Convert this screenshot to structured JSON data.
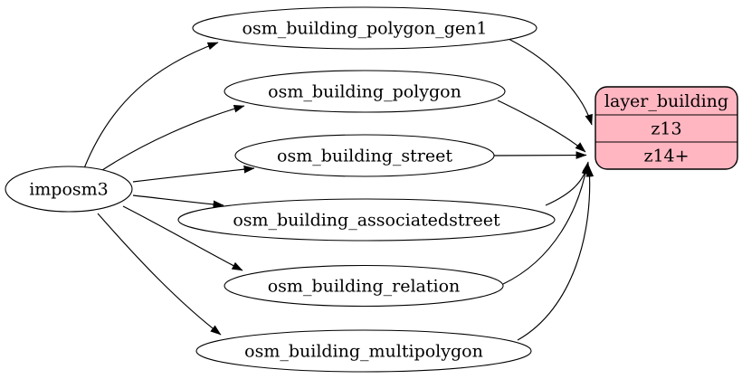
{
  "diagram": {
    "kind": "etl-dependency-graph",
    "background_color": "#ffffff",
    "edge_color": "#000000",
    "source_node": {
      "label": "imposm3",
      "shape": "ellipse"
    },
    "table_nodes": [
      {
        "label": "osm_building_polygon_gen1"
      },
      {
        "label": "osm_building_polygon"
      },
      {
        "label": "osm_building_street"
      },
      {
        "label": "osm_building_associatedstreet"
      },
      {
        "label": "osm_building_relation"
      },
      {
        "label": "osm_building_multipolygon"
      }
    ],
    "layer_node": {
      "title": "layer_building",
      "rows": [
        "z13",
        "z14+"
      ],
      "fill_color": "#FFB6C1",
      "border_color": "#000000"
    },
    "edges": [
      {
        "from": "imposm3",
        "to": "osm_building_polygon_gen1"
      },
      {
        "from": "imposm3",
        "to": "osm_building_polygon"
      },
      {
        "from": "imposm3",
        "to": "osm_building_street"
      },
      {
        "from": "imposm3",
        "to": "osm_building_associatedstreet"
      },
      {
        "from": "imposm3",
        "to": "osm_building_relation"
      },
      {
        "from": "imposm3",
        "to": "osm_building_multipolygon"
      },
      {
        "from": "osm_building_polygon_gen1",
        "to": "layer_building:z13"
      },
      {
        "from": "osm_building_polygon",
        "to": "layer_building:z14+"
      },
      {
        "from": "osm_building_street",
        "to": "layer_building:z14+"
      },
      {
        "from": "osm_building_associatedstreet",
        "to": "layer_building:z14+"
      },
      {
        "from": "osm_building_relation",
        "to": "layer_building:z14+"
      },
      {
        "from": "osm_building_multipolygon",
        "to": "layer_building:z14+"
      }
    ]
  }
}
